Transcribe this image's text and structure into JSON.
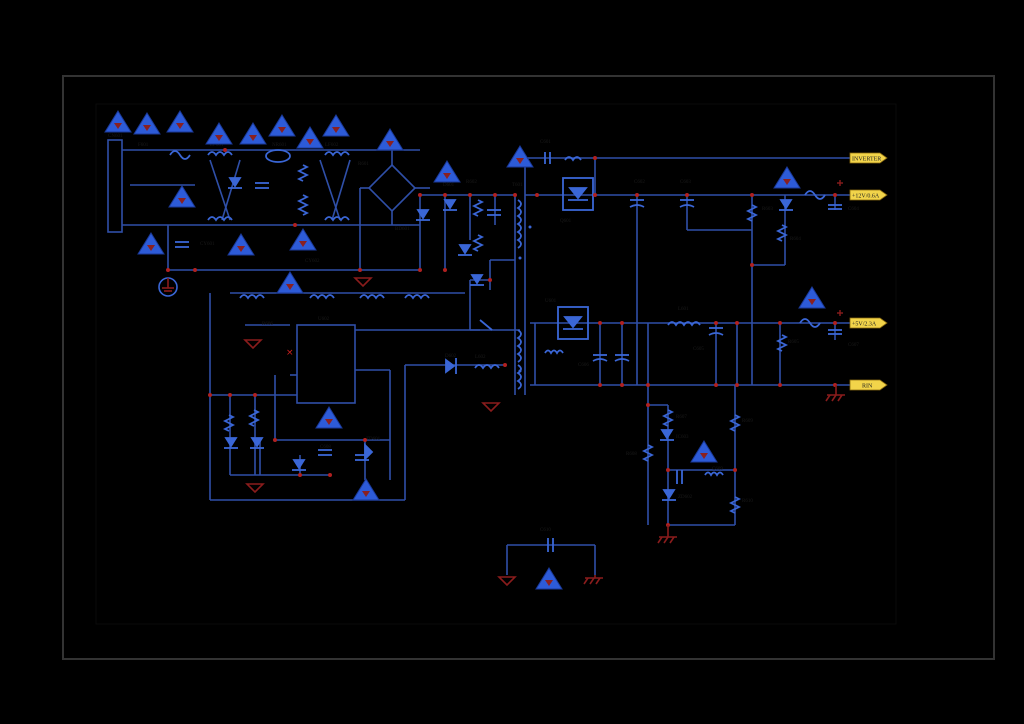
{
  "ports": [
    {
      "id": "inverter",
      "label": "INVERTER"
    },
    {
      "id": "v12",
      "label": "+12V/0.6A"
    },
    {
      "id": "v5",
      "label": "+5V/2.3A"
    },
    {
      "id": "rin",
      "label": "RIN"
    }
  ],
  "colors": {
    "background": "#000000",
    "frame": "#333333",
    "wire": "#2f4fa8",
    "component": "#3a66d6",
    "node": "#b02020",
    "ground": "#8a1c1c",
    "port_fill": "#f2d44a",
    "warning_fill": "#2d5bd8"
  },
  "icons": [
    "warning-triangle-icon",
    "ground-icon",
    "chassis-ground-icon",
    "earth-ground-icon"
  ]
}
